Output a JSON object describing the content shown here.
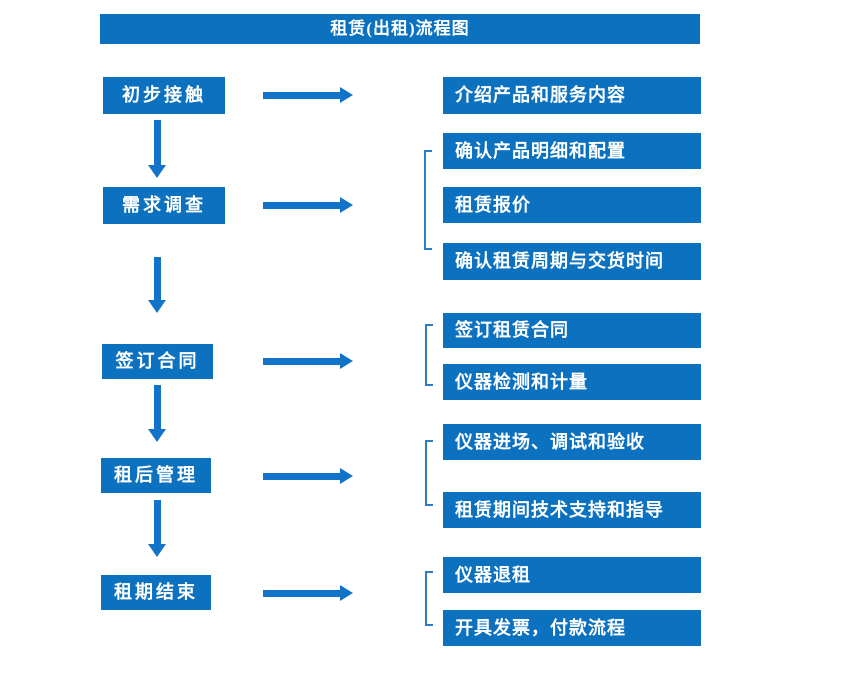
{
  "title": "租赁(出租)流程图",
  "colors": {
    "primary_blue": "#0C71BE",
    "arrow_blue": "#1274C8",
    "bracket_blue": "#2E7BC6",
    "text_white": "#FFFFFF",
    "background": "#FFFFFF"
  },
  "stages": [
    {
      "label": "初步接触",
      "outputs": [
        "介绍产品和服务内容"
      ]
    },
    {
      "label": "需求调查",
      "outputs": [
        "确认产品明细和配置",
        "租赁报价",
        "确认租赁周期与交货时间"
      ]
    },
    {
      "label": "签订合同",
      "outputs": [
        "签订租赁合同",
        "仪器检测和计量"
      ]
    },
    {
      "label": "租后管理",
      "outputs": [
        "仪器进场、调试和验收",
        "租赁期间技术支持和指导"
      ]
    },
    {
      "label": "租期结束",
      "outputs": [
        "仪器退租",
        "开具发票，付款流程"
      ]
    }
  ]
}
